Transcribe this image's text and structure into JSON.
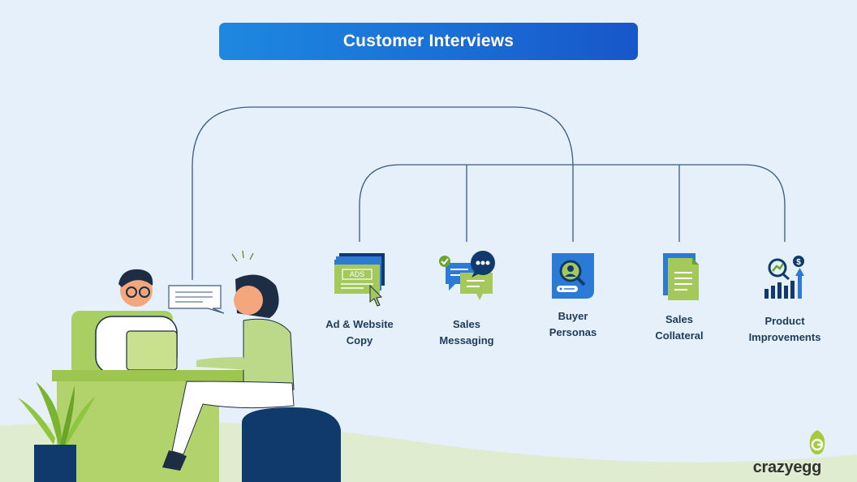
{
  "title": "Customer Interviews",
  "colors": {
    "background": "#e6f0fa",
    "title_gradient_start": "#1e88e0",
    "title_gradient_end": "#1756c9",
    "connector": "#3a5a80",
    "icon_blue": "#2b7bd6",
    "icon_green": "#a4c95a",
    "icon_navy": "#0f3a6b",
    "label_text": "#1f3a5a"
  },
  "nodes": [
    {
      "id": "ad-website-copy",
      "label_lines": [
        "Ad & Website",
        "Copy"
      ],
      "icon": "ads-browser-icon",
      "icon_text": "ADS"
    },
    {
      "id": "sales-messaging",
      "label_lines": [
        "Sales",
        "Messaging"
      ],
      "icon": "chat-bubbles-icon"
    },
    {
      "id": "buyer-personas",
      "label_lines": [
        "Buyer",
        "Personas"
      ],
      "icon": "persona-search-icon"
    },
    {
      "id": "sales-collateral",
      "label_lines": [
        "Sales",
        "Collateral"
      ],
      "icon": "documents-icon"
    },
    {
      "id": "product-improvements",
      "label_lines": [
        "Product",
        "Improvements"
      ],
      "icon": "growth-chart-icon"
    }
  ],
  "brand": {
    "name": "crazyegg",
    "icon": "crazyegg-logo-icon"
  }
}
